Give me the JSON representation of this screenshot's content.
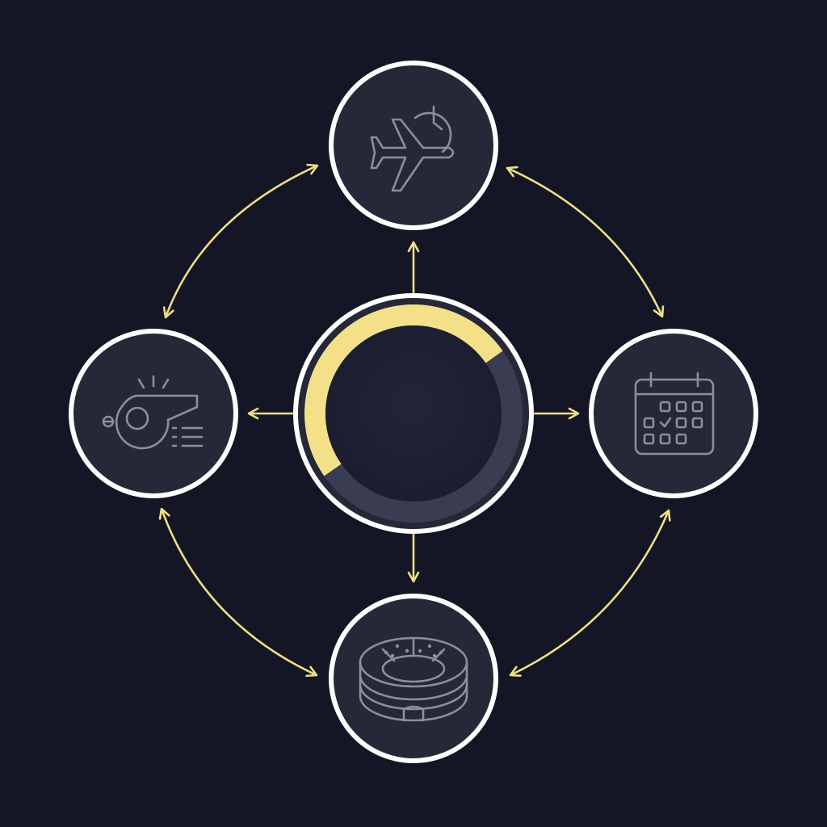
{
  "diagram": {
    "type": "hub-and-spoke-cycle",
    "hub": {
      "progress": 0.5,
      "ring_color": "#f5e08a",
      "track_color": "#3a3d52"
    },
    "nodes": [
      {
        "id": "top",
        "icon": "airplane-clock-icon"
      },
      {
        "id": "right",
        "icon": "calendar-icon"
      },
      {
        "id": "bottom",
        "icon": "stadium-icon"
      },
      {
        "id": "left",
        "icon": "whistle-icon"
      }
    ],
    "colors": {
      "background": "#141626",
      "node_fill": "#262838",
      "node_border": "#ffffff",
      "arrow": "#f0de84",
      "icon": "#8c8e99"
    }
  }
}
